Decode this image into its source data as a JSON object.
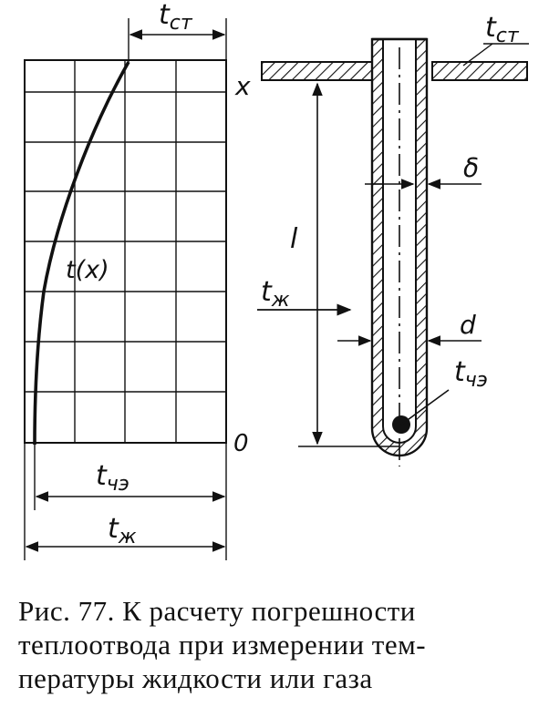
{
  "labels": {
    "t_wall_left": "t",
    "t_wall_left_sub": "ст",
    "x_axis": "x",
    "curve": "t(x)",
    "zero": "0",
    "t_sensor": "t",
    "t_sensor_sub": "чэ",
    "t_fluid": "t",
    "t_fluid_sub": "ж",
    "t_wall_right": "t",
    "t_wall_right_sub": "ст",
    "delta": "δ",
    "length": "l",
    "t_fluid_arrow": "t",
    "t_fluid_arrow_sub": "ж",
    "diameter": "d",
    "t_sensor_right": "t",
    "t_sensor_right_sub": "чэ"
  },
  "caption": {
    "line1": "Рис. 77. К расчету погрешности",
    "line2": "теплоотвода при измерении тем-",
    "line3": "пературы жидкости или газа"
  }
}
